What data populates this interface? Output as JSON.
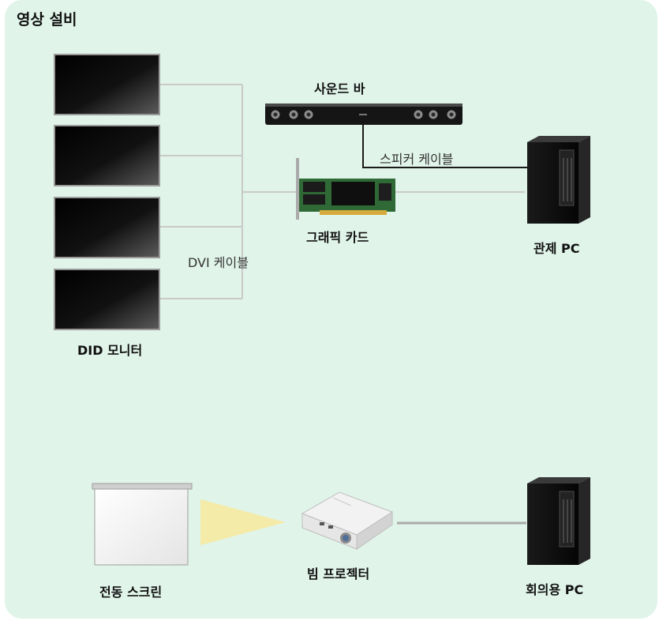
{
  "page": {
    "title": "영상 설비"
  },
  "equipment": {
    "did_monitor": "DID 모니터",
    "sound_bar": "사운드 바",
    "graphics_card": "그래픽 카드",
    "control_pc": "관제 PC",
    "screen": "전동 스크린",
    "projector": "빔 프로젝터",
    "meeting_pc": "회의용 PC"
  },
  "cables": {
    "dvi": "DVI 케이블",
    "speaker": "스피커 케이블"
  }
}
